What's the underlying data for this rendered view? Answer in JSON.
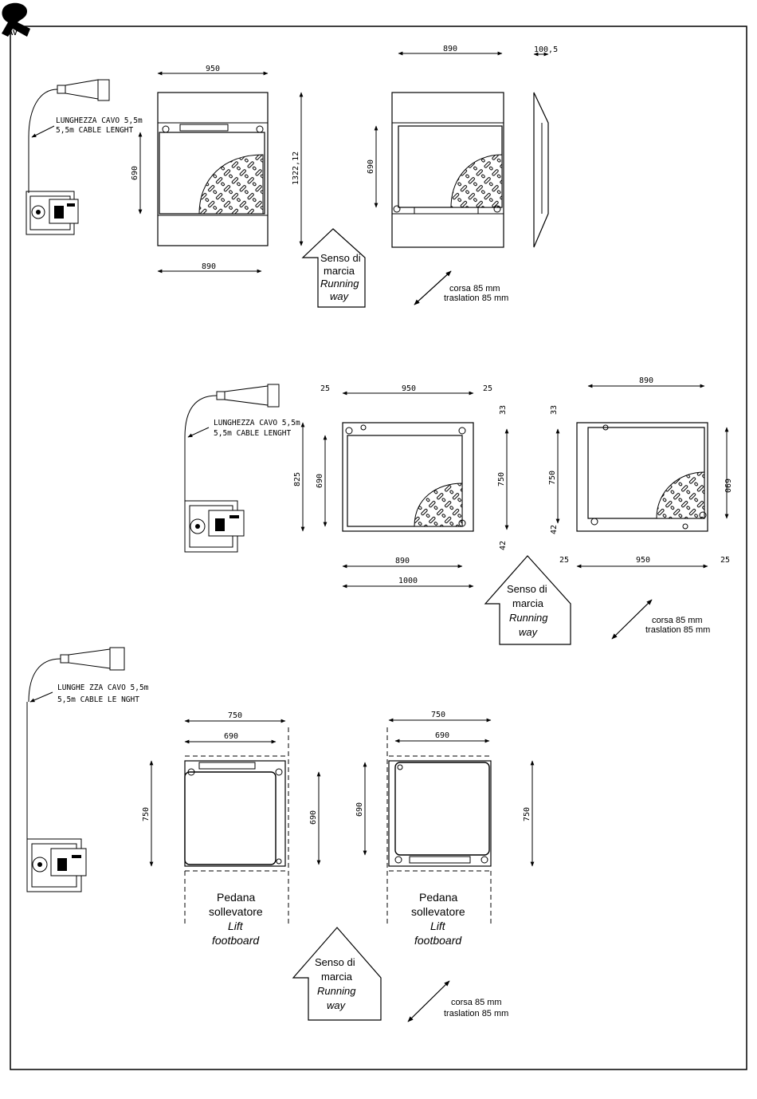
{
  "logo_icon": "brand-logo-icon",
  "cable_note_1": {
    "line1": "LUNGHEZZA CAVO 5,5m",
    "line2": "5,5m CABLE LENGHT"
  },
  "cable_note_2": {
    "line1": "LUNGHEZZA CAVO 5,5m",
    "line2": "5,5m CABLE LENGHT"
  },
  "cable_note_3": {
    "line1": "LUNGHE ZZA CAVO 5,5m",
    "line2": "5,5m CABLE LE NGHT"
  },
  "running_way": {
    "line1": "Senso di",
    "line2": "marcia",
    "line3": "Running",
    "line4": "way"
  },
  "stroke_note": {
    "line1": "corsa 85 mm",
    "line2": "traslation 85 mm"
  },
  "lift_footboard": {
    "line1": "Pedana",
    "line2": "sollevatore",
    "line3": "Lift",
    "line4": "footboard"
  },
  "section1": {
    "view_a": {
      "top_width": "950",
      "bottom_width": "890",
      "height_left": "690",
      "height_right": "1322,12"
    },
    "view_b": {
      "top_width": "890",
      "height_left": "690"
    },
    "view_c": {
      "thickness": "100,5"
    }
  },
  "section2": {
    "view_a": {
      "side_left": "25",
      "width": "950",
      "side_right": "25",
      "top_gap": "33",
      "outer_height": "825",
      "inner_height": "690",
      "right_height": "750",
      "bottom_gap": "42",
      "inner_width": "890",
      "outer_width": "1000"
    },
    "view_b": {
      "width_top": "890",
      "top_gap": "33",
      "left_height": "750",
      "right_height": "690",
      "bottom_gap": "42",
      "side_left": "25",
      "width_bottom": "950",
      "side_right": "25"
    }
  },
  "section3": {
    "view_a": {
      "outer_width": "750",
      "inner_width": "690",
      "left_height": "750",
      "right_height": "690"
    },
    "view_b": {
      "outer_width": "750",
      "inner_width": "690",
      "left_height": "690",
      "right_height": "750"
    }
  }
}
